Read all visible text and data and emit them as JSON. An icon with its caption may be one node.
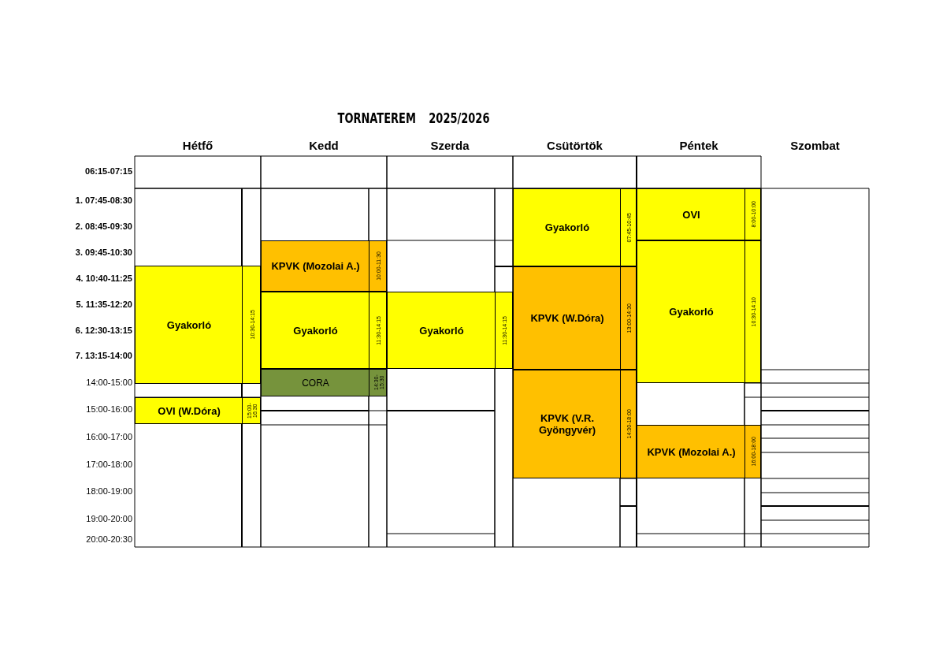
{
  "diagram": {
    "title": "TORNATEREM 2025/2026",
    "nodes": [
      {
        "text": [
          "Gyakorló",
          "10:30-14:15"
        ]
      },
      {
        "text": [
          "OVI (W.Dóra)",
          "15:00- 16:30"
        ]
      },
      {
        "text": [
          "KPVK (Mozolai A.)",
          "10:00-11:30"
        ]
      },
      {
        "text": [
          "Gyakorló",
          "11:30-14:15"
        ]
      },
      {
        "text": [
          "CORA",
          "14:30- 15:30"
        ]
      },
      {
        "text": [
          "Gyakorló",
          "11:30-14:15"
        ]
      },
      {
        "text": [
          "Gyakorló",
          "07:45-10:45"
        ]
      },
      {
        "text": [
          "KPVK (W.Dóra)",
          "13:00-14:30"
        ]
      },
      {
        "text": [
          "KPVK (V.R. Gyöngyvér)",
          "14:30-18:00"
        ]
      },
      {
        "text": [
          "OVI",
          "8:00-10:00"
        ]
      },
      {
        "text": [
          "Gyakorló",
          "10:30-14:10"
        ]
      },
      {
        "text": [
          "KPVK (Mozolai A.)",
          "16:00-18:00"
        ]
      }
    ],
    "labels": [
      "Hétfő",
      "Kedd",
      "Szerda",
      "Csütörtök",
      "Péntek",
      "Szombat",
      "06:15-07:15",
      "1. 07:45-08:30",
      "2. 08:45-09:30",
      "3. 09:45-10:30",
      "4. 10:40-11:25",
      "5. 11:35-12:20",
      "6. 12:30-13:15",
      "7. 13:15-14:00",
      "14:00-15:00",
      "15:00-16:00",
      "16:00-17:00",
      "17:00-18:00",
      "18:00-19:00",
      "19:00-20:00",
      "20:00-20:30"
    ]
  }
}
